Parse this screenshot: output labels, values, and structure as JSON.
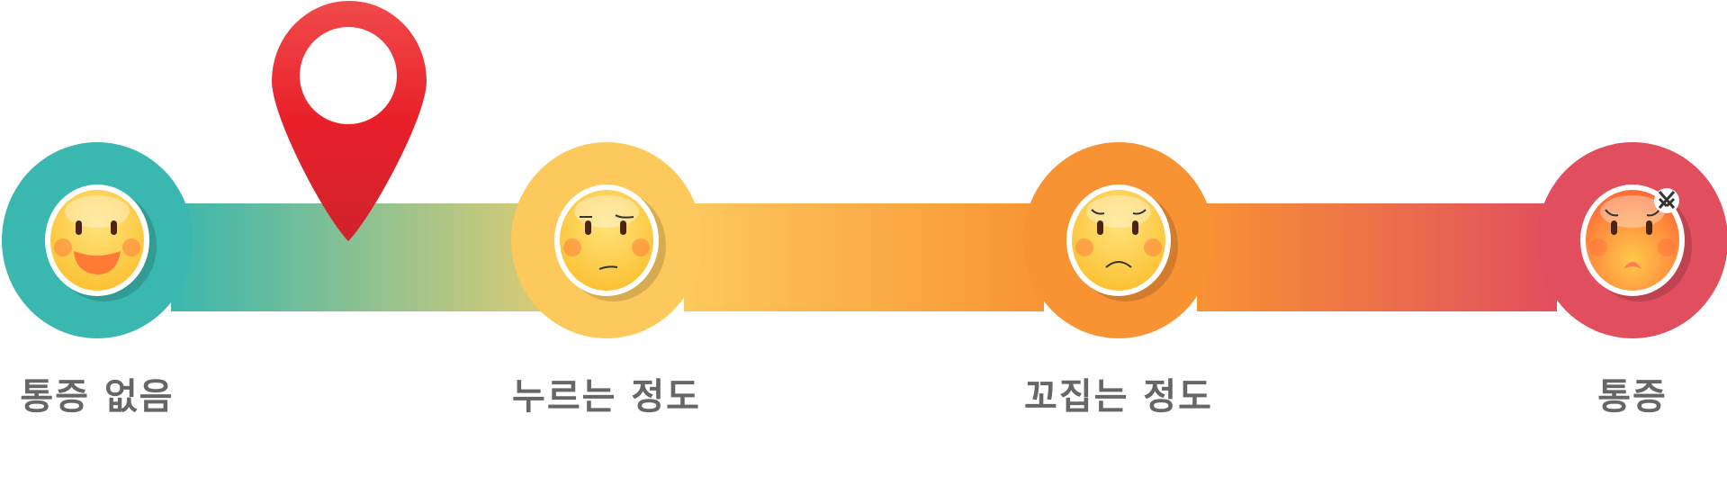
{
  "title": "Pain scale",
  "colors": {
    "teal": "#3ab7ae",
    "yellow": "#fdc95d",
    "orange": "#f89334",
    "red": "#e14e5e",
    "pin": "#e8202a"
  },
  "levels": [
    {
      "label": "통증 없음",
      "face": "smiling-face-icon"
    },
    {
      "label": "누르는 정도",
      "face": "displeased-face-icon"
    },
    {
      "label": "꼬집는 정도",
      "face": "frowning-face-icon"
    },
    {
      "label": "통증",
      "face": "angry-face-icon"
    }
  ],
  "marker": {
    "icon": "location-pin-icon",
    "position_level": 0.4
  }
}
